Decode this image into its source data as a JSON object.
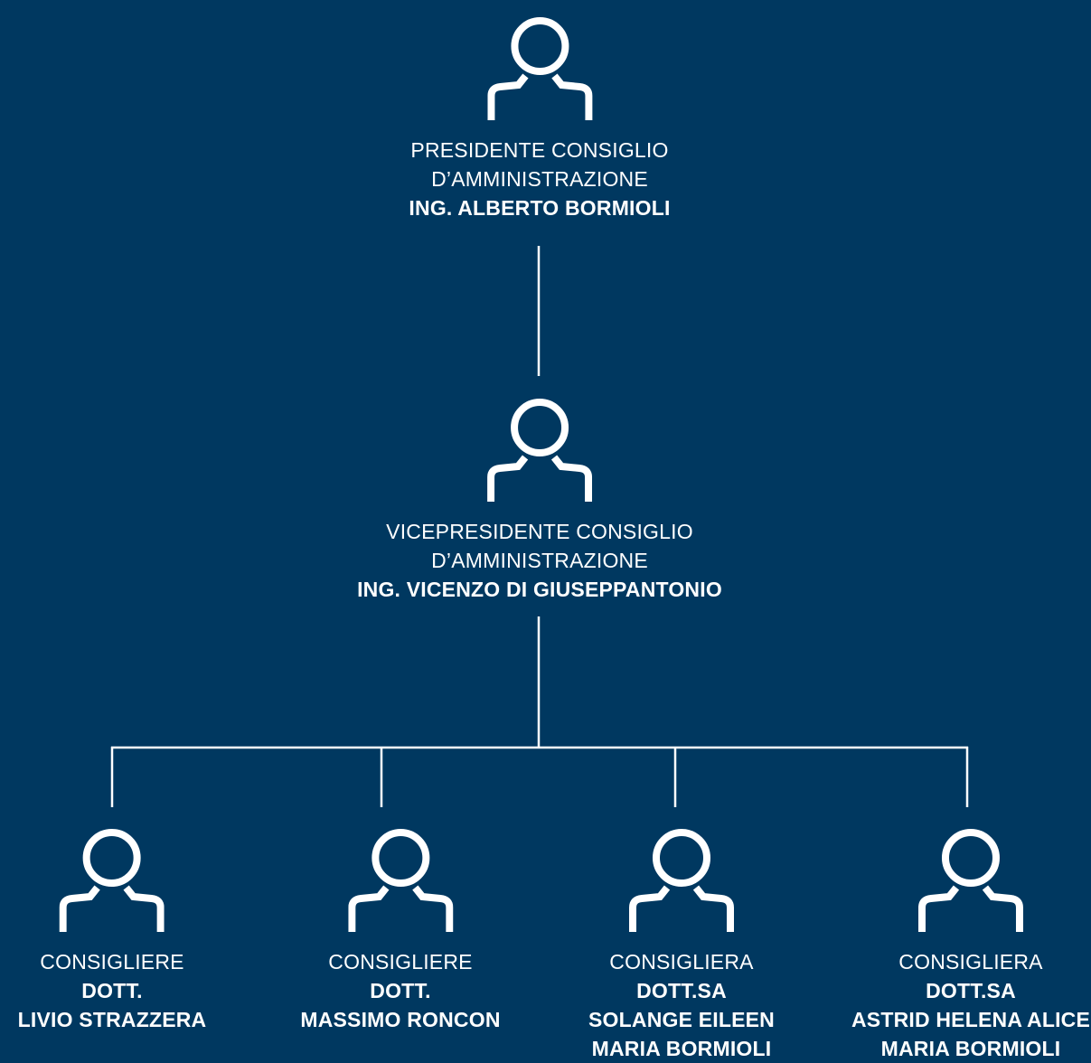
{
  "background_color": "#003860",
  "foreground_color": "#ffffff",
  "president": {
    "icon": "person-icon",
    "role_lines": [
      "PRESIDENTE CONSIGLIO",
      "D’AMMINISTRAZIONE"
    ],
    "name_lines": [
      "ING. ALBERTO BORMIOLI"
    ]
  },
  "vice_president": {
    "icon": "person-icon",
    "role_lines": [
      "VICEPRESIDENTE CONSIGLIO",
      "D’AMMINISTRAZIONE"
    ],
    "name_lines": [
      "ING. VICENZO DI GIUSEPPANTONIO"
    ]
  },
  "councillors": [
    {
      "icon": "person-icon",
      "role_lines": [
        "CONSIGLIERE"
      ],
      "name_lines": [
        "DOTT.",
        "LIVIO STRAZZERA"
      ]
    },
    {
      "icon": "person-icon",
      "role_lines": [
        "CONSIGLIERE"
      ],
      "name_lines": [
        "DOTT.",
        "MASSIMO RONCON"
      ]
    },
    {
      "icon": "person-icon",
      "role_lines": [
        "CONSIGLIERA"
      ],
      "name_lines": [
        "DOTT.SA",
        "SOLANGE EILEEN",
        "MARIA BORMIOLI"
      ]
    },
    {
      "icon": "person-icon",
      "role_lines": [
        "CONSIGLIERA"
      ],
      "name_lines": [
        "DOTT.SA",
        "ASTRID HELENA ALICE",
        "MARIA BORMIOLI"
      ]
    }
  ]
}
